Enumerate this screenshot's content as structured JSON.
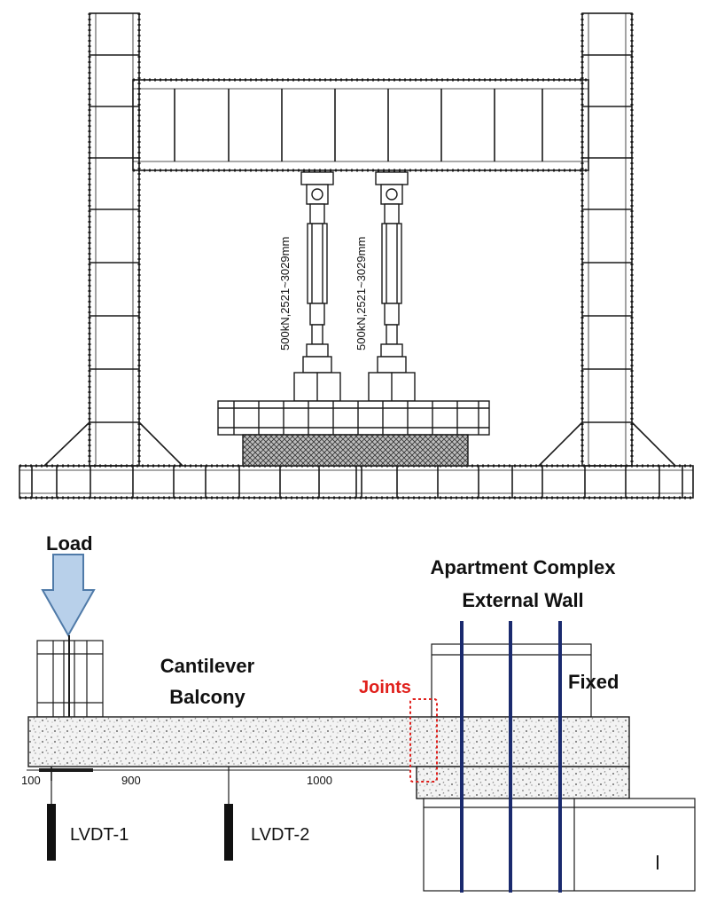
{
  "frame": {
    "actuator_left_label": "500kN,2521~3029mm",
    "actuator_right_label": "500kN,2521~3029mm"
  },
  "specimen": {
    "load_label": "Load",
    "wall_label_line1": "Apartment Complex",
    "wall_label_line2": "External Wall",
    "balcony_label_line1": "Cantilever",
    "balcony_label_line2": "Balcony",
    "joints_label": "Joints",
    "fixed_label": "Fixed",
    "dim_100": "100",
    "dim_900": "900",
    "dim_1000": "1000",
    "lvdt1_label": "LVDT-1",
    "lvdt2_label": "LVDT-2"
  },
  "colors": {
    "line": "#1a1a1a",
    "load_arrow_fill": "#b8d0ea",
    "load_arrow_stroke": "#4f7aa8",
    "joints_red": "#e0201c",
    "rod_navy": "#1a2a6e",
    "concrete_fill": "#eeeeee"
  }
}
